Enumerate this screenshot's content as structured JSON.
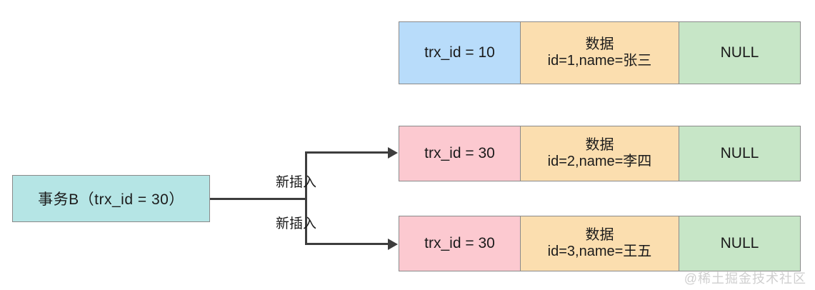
{
  "diagram": {
    "transaction_box": {
      "label": "事务B（trx_id = 30）",
      "fill_color": "#b5e5e5",
      "border_color": "#8a8a8a"
    },
    "connectors": [
      {
        "label": "新插入",
        "target_row": 2
      },
      {
        "label": "新插入",
        "target_row": 3
      }
    ],
    "rows": [
      {
        "trx": "trx_id = 10",
        "data_title": "数据",
        "data_body": "id=1,name=张三",
        "rollback": "NULL",
        "trx_fill": "#b8dcfa",
        "data_fill": "#fbdeaf",
        "rollback_fill": "#c7e6c7"
      },
      {
        "trx": "trx_id = 30",
        "data_title": "数据",
        "data_body": "id=2,name=李四",
        "rollback": "NULL",
        "trx_fill": "#fcc9d0",
        "data_fill": "#fbdeaf",
        "rollback_fill": "#c7e6c7"
      },
      {
        "trx": "trx_id = 30",
        "data_title": "数据",
        "data_body": "id=3,name=王五",
        "rollback": "NULL",
        "trx_fill": "#fcc9d0",
        "data_fill": "#fbdeaf",
        "rollback_fill": "#c7e6c7"
      }
    ],
    "watermark": "@稀土掘金技术社区"
  }
}
